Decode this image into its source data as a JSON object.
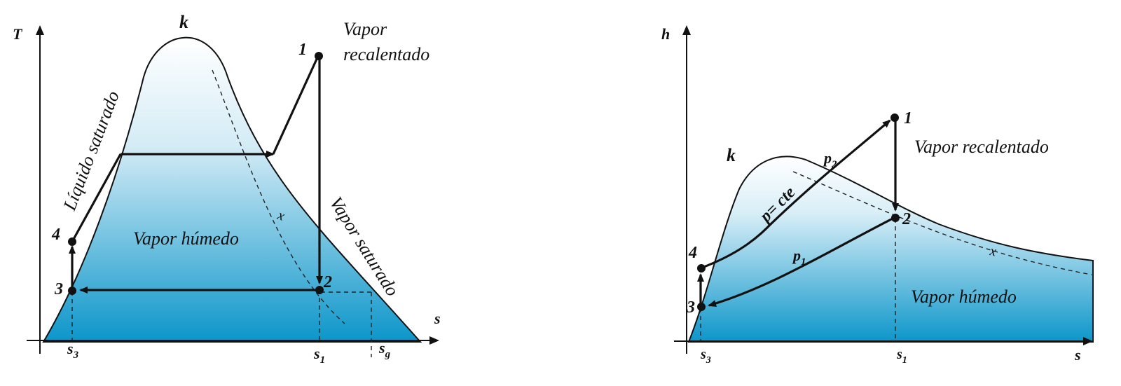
{
  "ts_diagram": {
    "axis_y": "T",
    "axis_x": "s",
    "critical_point": "k",
    "region_superheated_line1": "Vapor",
    "region_superheated_line2": "recalentado",
    "region_wet": "Vapor húmedo",
    "sat_liquid": "Líquido saturado",
    "sat_vapor": "Vapor saturado",
    "quality": "x",
    "points": [
      "1",
      "2",
      "3",
      "4"
    ],
    "ticks": {
      "s3": "s",
      "s3_sub": "3",
      "s1": "s",
      "s1_sub": "1",
      "sg": "s",
      "sg_sub": "g"
    }
  },
  "hs_diagram": {
    "axis_y": "h",
    "axis_x": "s",
    "critical_point": "k",
    "region_superheated": "Vapor recalentado",
    "region_wet": "Vapor húmedo",
    "isobar_high": "p",
    "isobar_high_sub": "2",
    "isobar_low": "p",
    "isobar_low_sub": "1",
    "constant_pressure": "p= cte",
    "quality": "x",
    "points": [
      "1",
      "2",
      "3",
      "4"
    ],
    "ticks": {
      "s3": "s",
      "s3_sub": "3",
      "s1": "s",
      "s1_sub": "1"
    }
  },
  "colors": {
    "dome_top": "#ffffff",
    "dome_bottom": "#0891c6",
    "line": "#111111"
  }
}
